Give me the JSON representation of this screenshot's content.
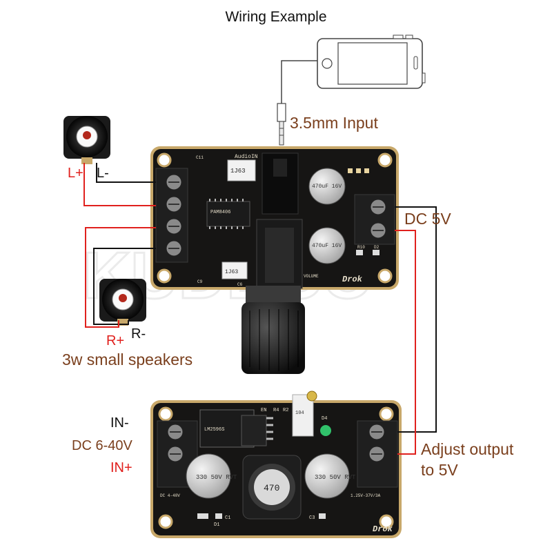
{
  "title": "Wiring Example",
  "labels": {
    "input": "3.5mm Input",
    "dc5v": "DC 5V",
    "speakers": "3w small speakers",
    "l_plus": "L+",
    "l_minus": "L-",
    "r_plus": "R+",
    "r_minus": "R-",
    "in_minus": "IN-",
    "dc_range": "DC 6-40V",
    "in_plus": "IN+",
    "adjust_line1": "Adjust output",
    "adjust_line2": "to 5V"
  },
  "board_text": {
    "audio_in": "AudioIN",
    "chip_id": "1J63",
    "chip_id2": "1J63",
    "amp_chip": "PAM8406",
    "cap1": "470uF 16V",
    "cap2": "470uF 16V",
    "volume": "VOLUME",
    "brand": "Drok",
    "brand2": "Drok",
    "dc_cap1": "330 50V RVT",
    "dc_cap2": "330 50V RVT",
    "inductor": "470",
    "reg_chip": "LM2596S",
    "dc_in_mark": "DC 4-40V",
    "dc_out_mark": "1.25V-37V/3A",
    "en_mark": "EN",
    "r4_mark": "R4",
    "r2_mark": "R2",
    "d4_mark": "D4",
    "c1_mark": "C1",
    "d1_mark": "D1",
    "c3_mark": "C3",
    "d2_mark": "D2",
    "r10_mark": "R10",
    "c9_mark": "C9",
    "c6_mark": "C6",
    "c11_mark": "C11",
    "pot_mark": "104"
  },
  "colors": {
    "wire_red": "#e0201d",
    "wire_black": "#111111",
    "label_brown": "#7a3f1d",
    "board": "#161514",
    "board_edge": "#c8a86a",
    "terminal": "#1f1f1f"
  }
}
